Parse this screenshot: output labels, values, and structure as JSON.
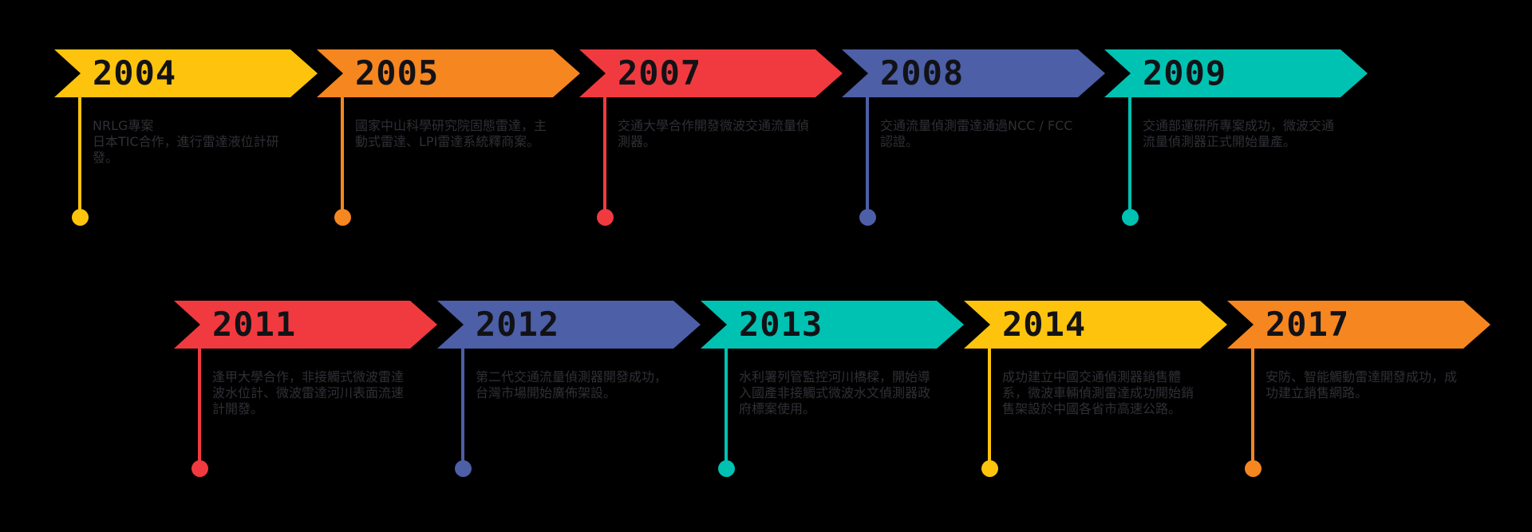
{
  "background_color": "#000000",
  "year_text_color": "#121216",
  "description_text_color": "#2F3036",
  "rows": [
    {
      "items": [
        {
          "year": "2004",
          "color": "#FEC40D",
          "description": "NRLG專案\n日本TIC合作，進行雷達液位計研發。"
        },
        {
          "year": "2005",
          "color": "#F6861F",
          "description": "國家中山科學研究院固態雷達，主動式雷達、LPI雷達系統釋商案。"
        },
        {
          "year": "2007",
          "color": "#F13A3F",
          "description": "交通大學合作開發微波交通流量偵測器。"
        },
        {
          "year": "2008",
          "color": "#4C5FA7",
          "description": "交通流量偵測雷達通過NCC / FCC認證。"
        },
        {
          "year": "2009",
          "color": "#00C2B2",
          "description": "交通部運研所專案成功，微波交通流量偵測器正式開始量產。"
        }
      ]
    },
    {
      "items": [
        {
          "year": "2011",
          "color": "#F13A3F",
          "description": "逢甲大學合作，非接觸式微波雷達波水位計、微波雷達河川表面流速計開發。"
        },
        {
          "year": "2012",
          "color": "#4C5FA7",
          "description": "第二代交通流量偵測器開發成功，台灣市場開始廣佈架設。"
        },
        {
          "year": "2013",
          "color": "#00C2B2",
          "description": "水利署列管監控河川橋樑，開始導入國產非接觸式微波水文偵測器政府標案使用。"
        },
        {
          "year": "2014",
          "color": "#FEC40D",
          "description": "成功建立中國交通偵測器銷售體系，微波車輛偵測雷達成功開始銷售架設於中國各省市高速公路。"
        },
        {
          "year": "2017",
          "color": "#F6861F",
          "description": "安防、智能觸動雷達開發成功，成功建立銷售網路。"
        }
      ]
    }
  ]
}
